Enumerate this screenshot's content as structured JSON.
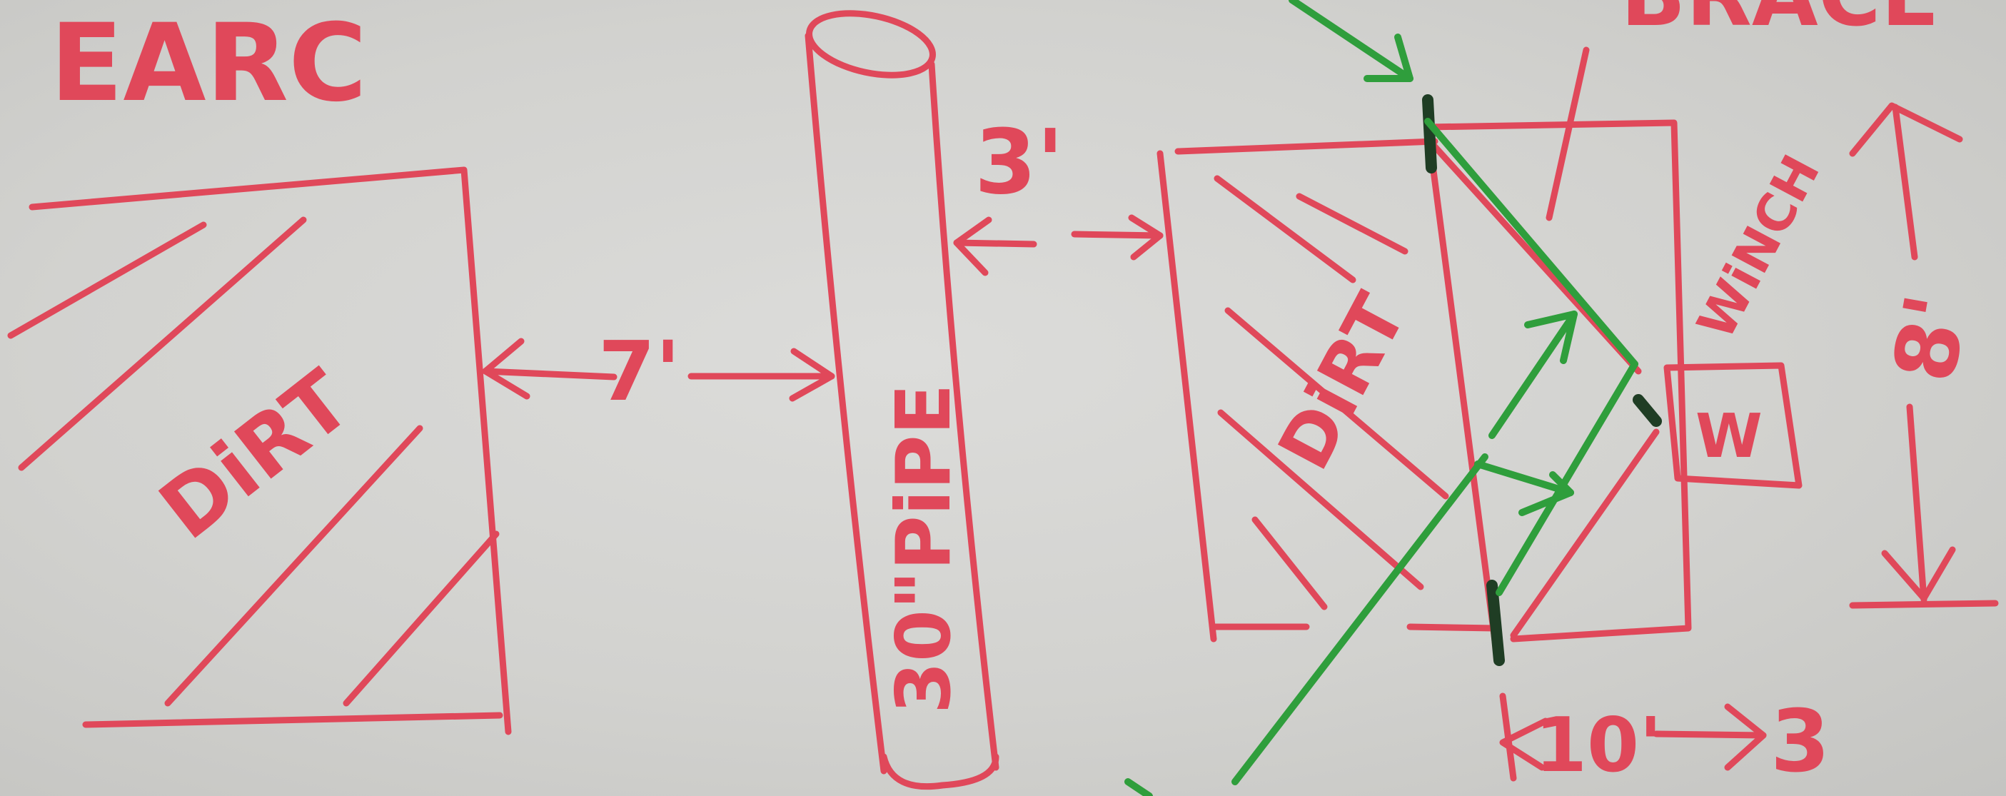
{
  "colors": {
    "paper": "#d3d3d0",
    "red_marker": "#e0485a",
    "green_marker": "#2f9e3c",
    "dark_marker": "#1f3d24"
  },
  "labels": {
    "corner_top_left": "EARC",
    "dirt_left": "DiRT",
    "distance_pipe_left": "7'",
    "pipe_label": "30\"PiPE",
    "distance_pipe_right": "3'",
    "dirt_right": "DiRT",
    "winch_label": "WiNCH",
    "winch_box_mark": "W",
    "height_label": "8'",
    "width_label": "10'",
    "width_extra": "3",
    "corner_top_right": "BRACE"
  }
}
